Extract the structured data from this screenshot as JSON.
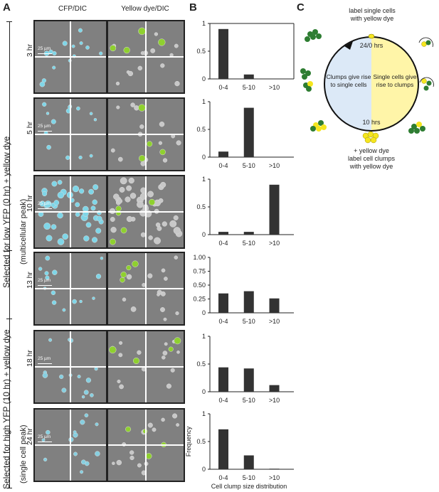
{
  "panels": {
    "a": "A",
    "b": "B",
    "c": "C"
  },
  "column_headers": {
    "cfp": "CFP/DIC",
    "yellow": "Yellow dye/DIC"
  },
  "side_labels": {
    "top": "Selected for low YFP (0 hr) + yellow dye",
    "top_sub": "(multicellular peak)",
    "bottom": "Selected for high YFP (10 hr) + yellow dye",
    "bottom_sub": "(single cell peak)"
  },
  "rows": [
    {
      "time": "3 hr",
      "scale": "25 µm"
    },
    {
      "time": "5 hr",
      "scale": "25 µm"
    },
    {
      "time": "10 hr",
      "scale": "25 µm"
    },
    {
      "time": "13 hr",
      "scale": "25 µm"
    },
    {
      "time": "18 hr",
      "scale": "25 µm"
    },
    {
      "time": "24 hr",
      "scale": "25 µm"
    }
  ],
  "chart_data": [
    {
      "type": "bar",
      "categories": [
        "0-4",
        "5-10",
        ">10"
      ],
      "values": [
        0.9,
        0.08,
        0.0
      ],
      "ylim": [
        0,
        1
      ],
      "yticks": [
        "0",
        "0.5",
        "1"
      ]
    },
    {
      "type": "bar",
      "categories": [
        "0-4",
        "5-10",
        ">10"
      ],
      "values": [
        0.1,
        0.89,
        0.0
      ],
      "ylim": [
        0,
        1
      ],
      "yticks": [
        "0",
        "0.5",
        "1"
      ]
    },
    {
      "type": "bar",
      "categories": [
        "0-4",
        "5-10",
        ">10"
      ],
      "values": [
        0.05,
        0.05,
        0.9
      ],
      "ylim": [
        0,
        1
      ],
      "yticks": [
        "0",
        "0.5",
        "1"
      ]
    },
    {
      "type": "bar",
      "categories": [
        "0-4",
        "5-10",
        ">10"
      ],
      "values": [
        0.35,
        0.39,
        0.26
      ],
      "ylim": [
        0,
        1
      ],
      "yticks": [
        "0",
        "0.25",
        "0.50",
        "0.75",
        "1.00"
      ]
    },
    {
      "type": "bar",
      "categories": [
        "0-4",
        "5-10",
        ">10"
      ],
      "values": [
        0.44,
        0.42,
        0.12
      ],
      "ylim": [
        0,
        1
      ],
      "yticks": [
        "0",
        "0.5",
        "1"
      ]
    },
    {
      "type": "bar",
      "categories": [
        "0-4",
        "5-10",
        ">10"
      ],
      "values": [
        0.72,
        0.25,
        0.01
      ],
      "ylim": [
        0,
        1
      ],
      "yticks": [
        "0",
        "0.5",
        "1"
      ],
      "ylabel": "Frequency"
    }
  ],
  "x_axis_title": "Cell clump size distribution",
  "cycle": {
    "top_label": "label single cells\nwith yellow dye",
    "t0": "24/0 hrs",
    "t10": "10 hrs",
    "left_text": "Clumps give rise\nto single cells",
    "right_text": "Single cells give\nrise to clumps",
    "bottom_label1": "+ yellow dye",
    "bottom_label2": "label cell clumps\nwith yellow dye",
    "colors": {
      "left_fill": "#dce9f7",
      "right_fill": "#fff5a8",
      "cell_green": "#2e7d32",
      "cell_yellow": "#f5e61f"
    }
  }
}
